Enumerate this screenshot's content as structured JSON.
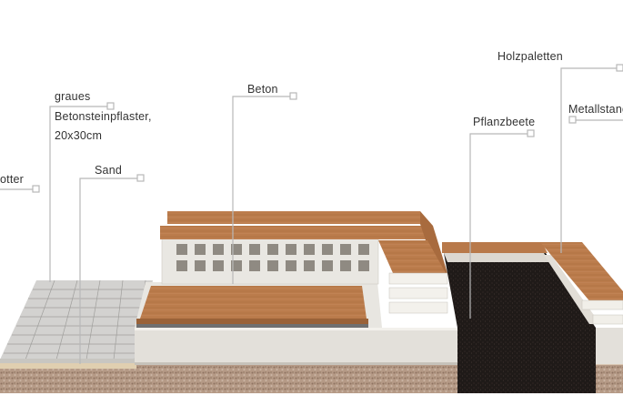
{
  "labels": {
    "schotter": "otter",
    "pflaster_line1": "graues",
    "pflaster_line2": "Betonsteinpflaster,",
    "pflaster_line3": "20x30cm",
    "sand": "Sand",
    "beton": "Beton",
    "pflanzbeete": "Pflanzbeete",
    "holzpaletten": "Holzpaletten",
    "metallstange": "Metallstang"
  },
  "colors": {
    "background": "#ffffff",
    "leader_line": "#b5b5b5",
    "text": "#333333",
    "wood": "#b8794a",
    "concrete": "#e4e1db",
    "soil": "#231d1b",
    "gravel": "#a88c78",
    "paving": "#d2d1cf"
  }
}
